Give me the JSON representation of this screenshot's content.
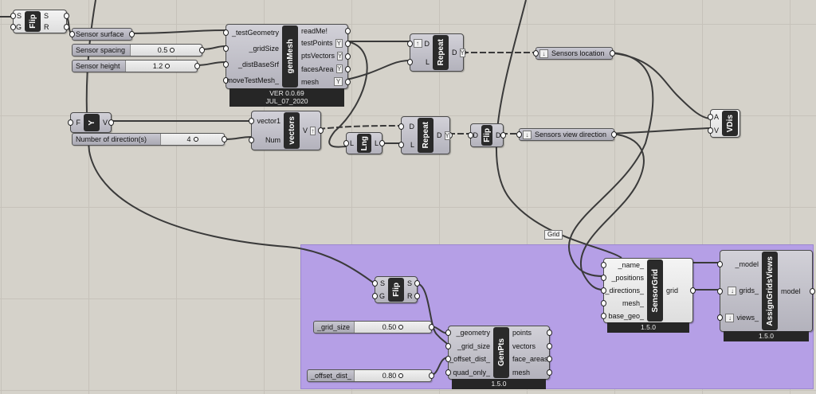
{
  "canvas": {
    "group_color": "#b59fe6",
    "background": "#d5d2ca",
    "tooltip": "Grid"
  },
  "components": [
    {
      "id": "flip1",
      "nickname": "Flip",
      "inputs": [
        {
          "label": "S"
        },
        {
          "label": "G"
        }
      ],
      "outputs": [
        {
          "label": "S"
        },
        {
          "label": "R"
        }
      ],
      "style": "light"
    },
    {
      "id": "genMesh",
      "nickname": "genMesh",
      "inputs": [
        {
          "label": "_testGeometry"
        },
        {
          "label": "_gridSize"
        },
        {
          "label": "_distBaseSrf"
        },
        {
          "label": "moveTestMesh_"
        }
      ],
      "outputs": [
        {
          "label": "readMe!"
        },
        {
          "label": "testPoints",
          "flag": "graft-icon",
          "glyph": "Y"
        },
        {
          "label": "ptsVectors",
          "flag": "graft-icon",
          "glyph": "Y"
        },
        {
          "label": "facesArea",
          "flag": "graft-icon",
          "glyph": "Y"
        },
        {
          "label": "mesh",
          "flag": "graft-icon",
          "glyph": "Y"
        }
      ],
      "footer": [
        "VER 0.0.69",
        "JUL_07_2020"
      ]
    },
    {
      "id": "yvec",
      "nickname": "Y",
      "inputs": [
        {
          "label": "F"
        }
      ],
      "outputs": [
        {
          "label": "V"
        }
      ]
    },
    {
      "id": "vectors",
      "nickname": "vectors",
      "inputs": [
        {
          "label": "vector1"
        },
        {
          "label": "Num"
        }
      ],
      "outputs": [
        {
          "label": "V",
          "flag": "simplify-icon",
          "glyph": "↑"
        }
      ]
    },
    {
      "id": "repeat1",
      "nickname": "Repeat",
      "inputs": [
        {
          "label": "D",
          "flag": "simplify-icon",
          "glyph": "↑"
        },
        {
          "label": "L"
        }
      ],
      "outputs": [
        {
          "label": "D",
          "flag": "graft-icon",
          "glyph": "Y"
        }
      ]
    },
    {
      "id": "lng",
      "nickname": "Lng",
      "inputs": [
        {
          "label": "L"
        }
      ],
      "outputs": [
        {
          "label": "L"
        }
      ]
    },
    {
      "id": "repeat2",
      "nickname": "Repeat",
      "inputs": [
        {
          "label": "D"
        },
        {
          "label": "L"
        }
      ],
      "outputs": [
        {
          "label": "D",
          "flag": "graft-icon",
          "glyph": "Y"
        }
      ]
    },
    {
      "id": "flip2",
      "nickname": "Flip",
      "inputs": [
        {
          "label": "D"
        }
      ],
      "outputs": [
        {
          "label": "D"
        }
      ]
    },
    {
      "id": "vdis",
      "nickname": "VDis",
      "inputs": [
        {
          "label": "A"
        },
        {
          "label": "V"
        }
      ],
      "outputs": [],
      "style": "light"
    },
    {
      "id": "flip3",
      "nickname": "Flip",
      "inputs": [
        {
          "label": "S"
        },
        {
          "label": "G"
        }
      ],
      "outputs": [
        {
          "label": "S"
        },
        {
          "label": "R"
        }
      ]
    },
    {
      "id": "genPts",
      "nickname": "GenPts",
      "inputs": [
        {
          "label": "_geometry"
        },
        {
          "label": "_grid_size"
        },
        {
          "label": "_offset_dist_"
        },
        {
          "label": "quad_only_"
        }
      ],
      "outputs": [
        {
          "label": "points"
        },
        {
          "label": "vectors"
        },
        {
          "label": "face_areas"
        },
        {
          "label": "mesh"
        }
      ],
      "footer": [
        "1.5.0"
      ]
    },
    {
      "id": "sensorGrid",
      "nickname": "SensorGrid",
      "inputs": [
        {
          "label": "_name_"
        },
        {
          "label": "_positions"
        },
        {
          "label": "_directions_"
        },
        {
          "label": "mesh_"
        },
        {
          "label": "base_geo_"
        }
      ],
      "outputs": [
        {
          "label": "grid"
        }
      ],
      "footer": [
        "1.5.0"
      ],
      "style": "light"
    },
    {
      "id": "assign",
      "nickname": "AssignGridsViews",
      "inputs": [
        {
          "label": "_model"
        },
        {
          "label": "grids_",
          "flag": "flatten-icon",
          "glyph": "↓"
        },
        {
          "label": "views_",
          "flag": "flatten-icon",
          "glyph": "↓"
        }
      ],
      "outputs": [
        {
          "label": "model"
        }
      ],
      "footer": [
        "1.5.0"
      ]
    }
  ],
  "params": [
    {
      "id": "sensorSurface",
      "label": "Sensor surface"
    },
    {
      "id": "sensorsLocation",
      "label": "Sensors location",
      "flag": "flatten-icon",
      "glyph": "↓"
    },
    {
      "id": "sensorsViewDirection",
      "label": "Sensors view direction",
      "flag": "flatten-icon",
      "glyph": "↓"
    }
  ],
  "sliders": [
    {
      "id": "sensorSpacing",
      "label": "Sensor spacing",
      "value": "0.5"
    },
    {
      "id": "sensorHeight",
      "label": "Sensor height",
      "value": "1.2"
    },
    {
      "id": "numDirections",
      "label": "Number of direction(s)",
      "value": "4"
    },
    {
      "id": "gridSize",
      "label": "_grid_size",
      "value": "0.50"
    },
    {
      "id": "offsetDist",
      "label": "_offset_dist_",
      "value": "0.80"
    }
  ]
}
